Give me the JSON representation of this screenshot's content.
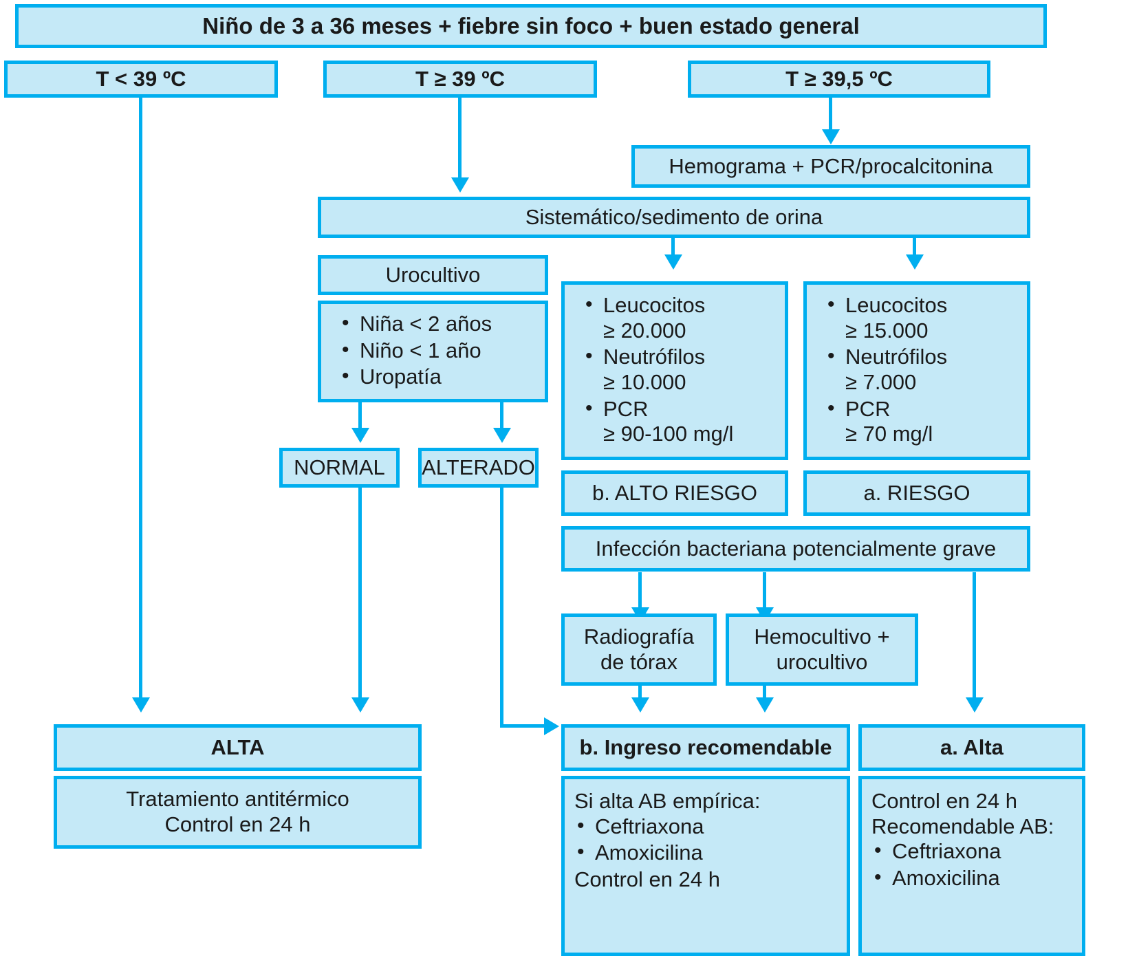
{
  "diagram": {
    "title": "Niño de 3 a 36 meses + fiebre sin foco + buen estado general",
    "accent_color": "#00AEEF",
    "fill_color": "#c5e9f7",
    "branches": {
      "low_temp": "T < 39 ºC",
      "mid_temp": "T ≥ 39 ºC",
      "high_temp": "T ≥ 39,5 ºC"
    },
    "nodes": {
      "hemograma": "Hemograma + PCR/procalcitonina",
      "sistematico": "Sistemático/sedimento de orina",
      "urocultivo": "Urocultivo",
      "urocultivo_criteria": [
        "Niña < 2 años",
        "Niño < 1 año",
        "Uropatía"
      ],
      "normal": "NORMAL",
      "alterado": "ALTERADO",
      "riesgo_alto_criteria": [
        "Leucocitos\n≥ 20.000",
        "Neutrófilos\n≥ 10.000",
        "PCR\n≥ 90-100 mg/l"
      ],
      "riesgo_alto_label": "b. ALTO RIESGO",
      "riesgo_criteria": [
        "Leucocitos\n≥ 15.000",
        "Neutrófilos\n≥ 7.000",
        "PCR\n≥ 70 mg/l"
      ],
      "riesgo_label": "a. RIESGO",
      "infeccion": "Infección bacteriana potencialmente grave",
      "radiografia": "Radiografía\nde tórax",
      "hemocultivo": "Hemocultivo +\nurocultivo",
      "alta_header": "ALTA",
      "alta_body": "Tratamiento antitérmico\nControl en 24 h",
      "ingreso_header": "b. Ingreso recomendable",
      "ingreso_body_intro": "Si alta AB empírica:",
      "ingreso_body_items": [
        "Ceftriaxona",
        "Amoxicilina"
      ],
      "ingreso_body_outro": "Control en 24 h",
      "alta_a_header": "a. Alta",
      "alta_a_body_intro": "Control en 24 h\nRecomendable AB:",
      "alta_a_body_items": [
        "Ceftriaxona",
        "Amoxicilina"
      ]
    }
  }
}
